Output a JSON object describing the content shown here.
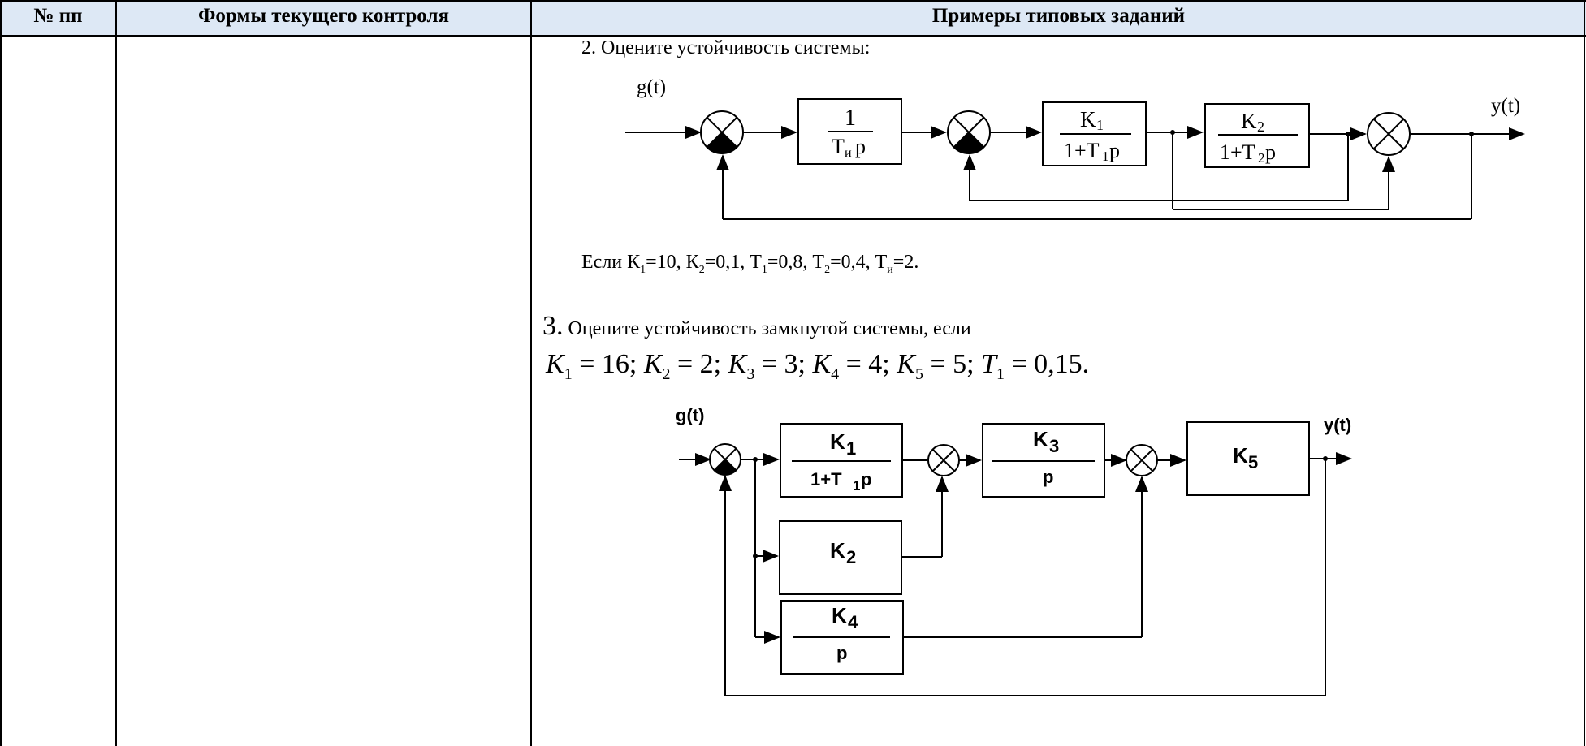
{
  "table": {
    "headers": {
      "num": "№ пп",
      "forms": "Формы текущего контроля",
      "examples": "Примеры типовых заданий"
    }
  },
  "task2": {
    "title": "2. Оцените устойчивость системы:",
    "diagram": {
      "input_label": "g(t)",
      "output_label": "y(t)",
      "block1": {
        "num": "1",
        "den_T": "T",
        "den_sub": "и",
        "den_p": "p"
      },
      "block2": {
        "num_K": "K",
        "num_sub": "1",
        "den_pre": "1+T",
        "den_sub": "1",
        "den_p": " p"
      },
      "block3": {
        "num_K": "K",
        "num_sub": "2",
        "den_pre": "1+T",
        "den_sub": "2",
        "den_p": " p"
      }
    },
    "params": {
      "prefix": "Если К",
      "k1_sub": "1",
      "k1_val": "=10,  К",
      "k2_sub": "2",
      "k2_val": "=0,1,  Т",
      "t1_sub": "1",
      "t1_val": "=0,8,  Т",
      "t2_sub": "2",
      "t2_val": "=0,4, Т",
      "ti_sub": "и",
      "ti_val": "=2."
    }
  },
  "task3": {
    "num": "3.",
    "title": " Оцените устойчивость замкнутой системы, если",
    "formula": {
      "K": "K",
      "s1": "1",
      "v1": " = 16; ",
      "s2": "2",
      "v2": " = 2; ",
      "s3": "3",
      "v3": " = 3; ",
      "s4": "4",
      "v4": " = 4; ",
      "s5": "5",
      "v5": " = 5; ",
      "T": "T",
      "st": "1",
      "vt": " = 0,15."
    },
    "diagram": {
      "input_label": "g(t)",
      "output_label": "y(t)",
      "b1": {
        "K": "K",
        "sub": "1",
        "den_pre": "1+T",
        "den_sub": "1",
        "den_p": "p"
      },
      "b3": {
        "K": "K",
        "sub": "3",
        "den": "p"
      },
      "b5": {
        "K": "K",
        "sub": "5"
      },
      "b2": {
        "K": "K",
        "sub": "2"
      },
      "b4": {
        "K": "K",
        "sub": "4",
        "den": "p"
      }
    }
  }
}
